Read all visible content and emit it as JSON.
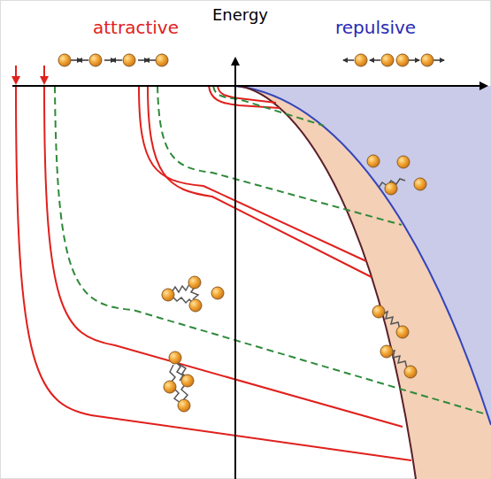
{
  "diagram": {
    "labels": [
      "attractive",
      "Energy",
      "repulsive"
    ]
  }
}
